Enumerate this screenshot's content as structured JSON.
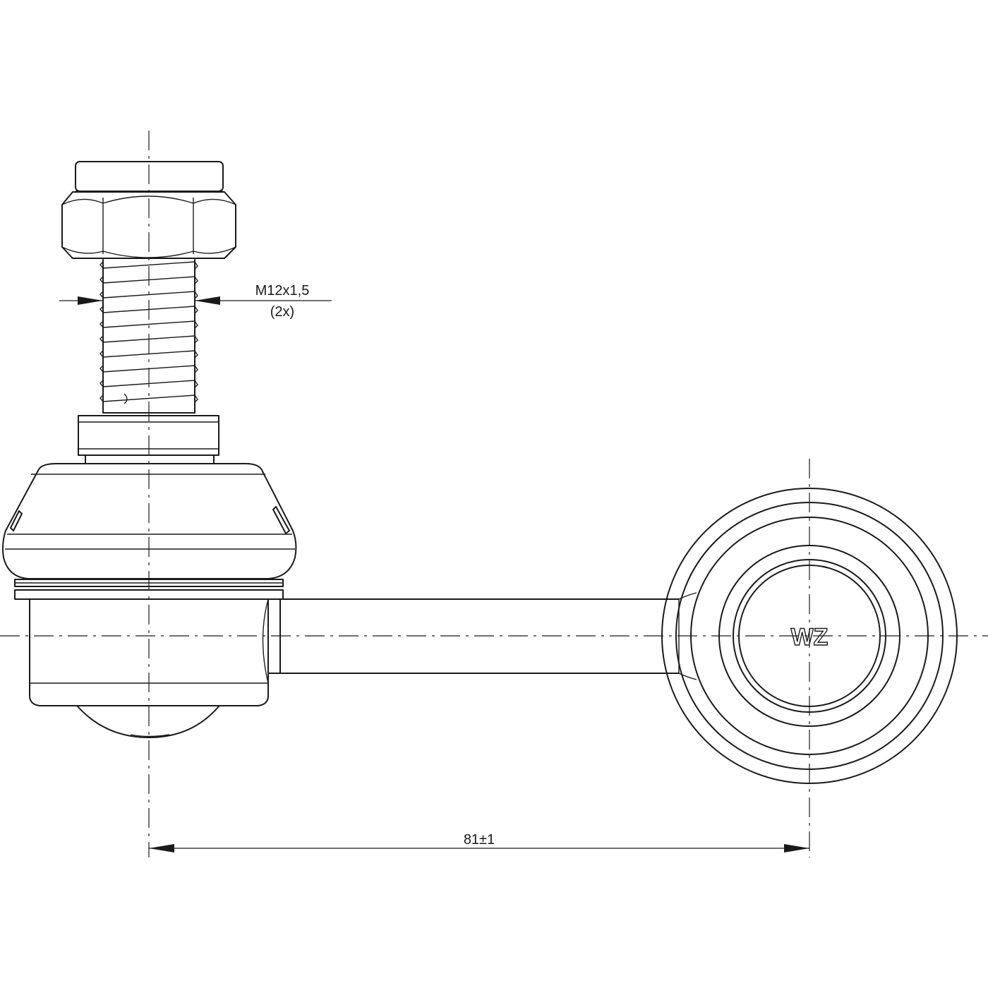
{
  "thread_callout": {
    "size": "M12x1,5",
    "quantity": "(2x)"
  },
  "center_distance": {
    "label": "81±1"
  },
  "eye_marking": {
    "text": "WZ"
  }
}
